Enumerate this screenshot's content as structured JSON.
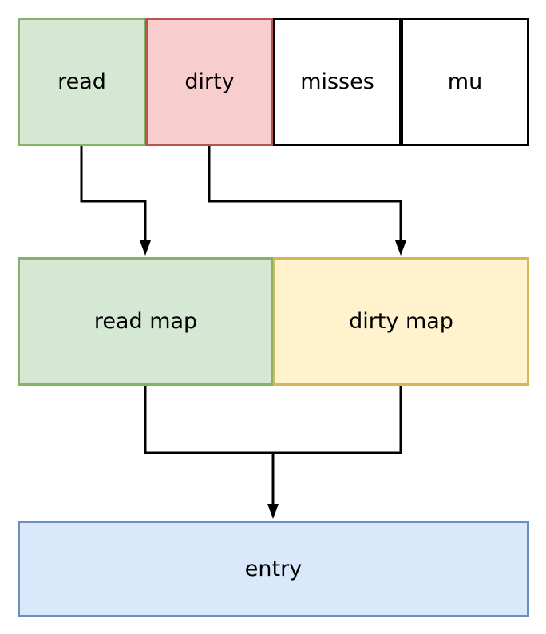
{
  "struct_fields": {
    "read": "read",
    "dirty": "dirty",
    "misses": "misses",
    "mu": "mu"
  },
  "maps": {
    "read_map": "read map",
    "dirty_map": "dirty map"
  },
  "entry": "entry",
  "colors": {
    "green_fill": "#d5e8d4",
    "green_stroke": "#82b366",
    "red_fill": "#f8cecc",
    "red_stroke": "#b85450",
    "yellow_fill": "#fff2cc",
    "yellow_stroke": "#d6b656",
    "blue_fill": "#dae8fc",
    "blue_stroke": "#6c8ebf"
  }
}
